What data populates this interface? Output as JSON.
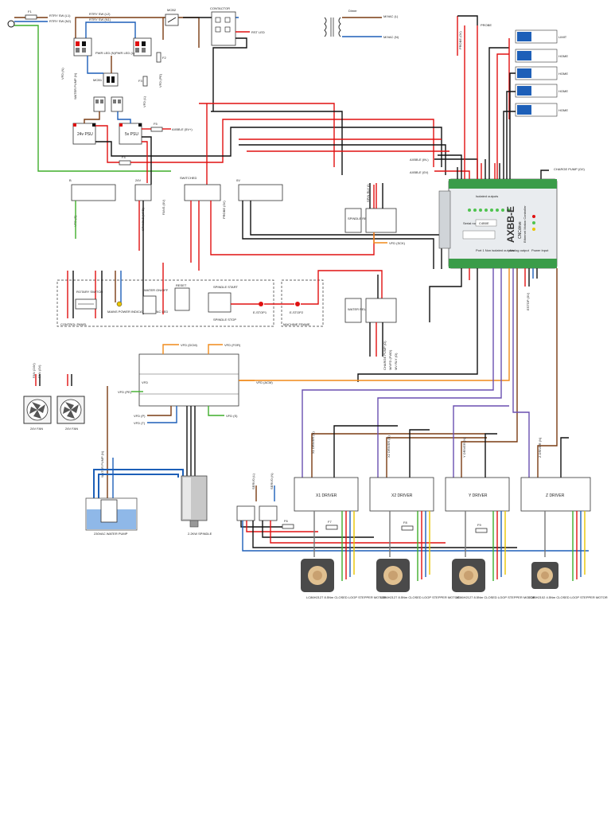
{
  "mains": {
    "fuse": "F1",
    "l": "RTRY SW (L1)",
    "n": "RTRY SW (N2)"
  },
  "top": {
    "rtry_l2": "RTRY SW (L2)",
    "rtry_n1": "RTRY SW (N1)",
    "mcb2": "MCB2",
    "contactor": "CONTACTOR",
    "rst_led": "RST LED",
    "dimer": "Dimer",
    "mvac_l": "M/VAC (L)",
    "mvac_n": "M/VAC (N)",
    "pwr_led_n": "PWR LED (N)",
    "pwr_led_l": "PWR LED (L)",
    "f2": "F2",
    "f3": "F3",
    "vfd_n": "VFD (N)",
    "water_pump_n": "WATER PUMP (N)",
    "mcb1": "MCB1",
    "vfd_l": "VFD (L)",
    "vfd_pe": "VFD (PE)",
    "psu24": "24v PSU",
    "psu5": "5v PSU",
    "f5": "F5",
    "f4": "F4",
    "axbb_5v": "AXBB-E (5V+)",
    "b_label": "B",
    "v24_label": "24V",
    "switched": "SWITCHED",
    "label_0v": "0V",
    "vfd_e": "VFD (E)",
    "probe_0v": "PROBE (0V)",
    "fans_0v": "FANS (0V)",
    "spindle_vfd": "SPINDLE (VFD)"
  },
  "relays": {
    "spindle": "SPINDLE RELAY",
    "water": "WATER RELAY",
    "vfd_dcm": "VFD (DCM)",
    "spin_rly_lbl": "SPIN RLY (I)",
    "vfd_sck": "VFD (SCK)",
    "charge_pump": "CHARGE PUMP (O)",
    "vfd_fwd": "M/VFD (FWD)",
    "mv_rly": "MV RLY (O)"
  },
  "panel": {
    "title": "CONTROL PANEL",
    "rotary": "ROTARY SWITCH",
    "mains_ind": "MAINS POWER INDICATOR 230VAC LED",
    "water_onoff": "WATER ON/OFF",
    "reset": "RESET",
    "spindle_start": "SPINDLE START",
    "spindle_stop": "SPINDLE STOP",
    "estop1": "E-STOP1",
    "estop2": "E-STOP2",
    "machine_frame": "MACHINE FRAME"
  },
  "axbb": {
    "title": "AXBB-E",
    "subtitle": "Ethernet Motion Controller",
    "brand": "CNCdrive",
    "top_row": "Isolated outputs",
    "bottom_row": "Port 1 Non isolated outputs",
    "analog": "Analog output",
    "power": "Power Input",
    "serial": "Serial no.",
    "serial_val": "C4B0E",
    "axbb_in1": "AXBB-E (IN.)",
    "axbb_0v": "AXBB-E (0V)",
    "charge_pump_in": "CHARGE PUMP (O/I)",
    "estop_0v": "ESTOP (0V)"
  },
  "sensors": {
    "probe": "PROBE",
    "probe_0v": "PROBE (0V)",
    "items": [
      "LIMIT",
      "HOME",
      "HOME",
      "HOME",
      "HOME"
    ]
  },
  "vfd": {
    "dcm": "VFD (DCM)",
    "for": "VFD (FOR)",
    "acm": "VFD (ACM)",
    "pe": "VFD (PE)",
    "p": "VFD (P)",
    "t": "VFD (T)",
    "s": "VFD (S)",
    "vfd": "VFD"
  },
  "peripherals": {
    "fan_pos": "FAN (24V)",
    "fan_neg": "FAN (0V)",
    "fan1": "24V FAN",
    "fan2": "24V FAN",
    "water_pump_label": "WATER PUMP (N)",
    "pump": "230VAC WATER PUMP",
    "spindle": "2.2KW SPINDLE"
  },
  "drivers": [
    {
      "title": "X1 DRIVER",
      "cable": "X1 DRIVER (N)",
      "motor": "LC86H2127 8.5Nm CLOSED LOOP STEPPER MOTOR"
    },
    {
      "title": "X2 DRIVER",
      "cable": "X2 DRIVER (N)",
      "motor": "LC86H2127 8.5Nm CLOSED LOOP STEPPER MOTOR"
    },
    {
      "title": "Y DRIVER",
      "cable": "Y DRIVER (N)",
      "motor": "LC86H2127 8.5Nm CLOSED LOOP STEPPER MOTOR"
    },
    {
      "title": "Z DRIVER",
      "cable": "Z DRIVER (N)",
      "motor": "LC86H2102 4.5Nm CLOSED LOOP STEPPER MOTOR"
    }
  ],
  "driver_fuses": [
    "F6",
    "F7",
    "F8",
    "F9"
  ],
  "servo": {
    "l": "SERVO (L)",
    "n": "SERVO (N)"
  },
  "colors": {
    "black": "#111111",
    "red": "#e01010",
    "brown": "#7a3b12",
    "green": "#3fae2a",
    "blue": "#1d5fb8",
    "orange": "#f08a1a",
    "grey": "#777777",
    "purple": "#6a4fb0",
    "yellow": "#e9c400"
  }
}
